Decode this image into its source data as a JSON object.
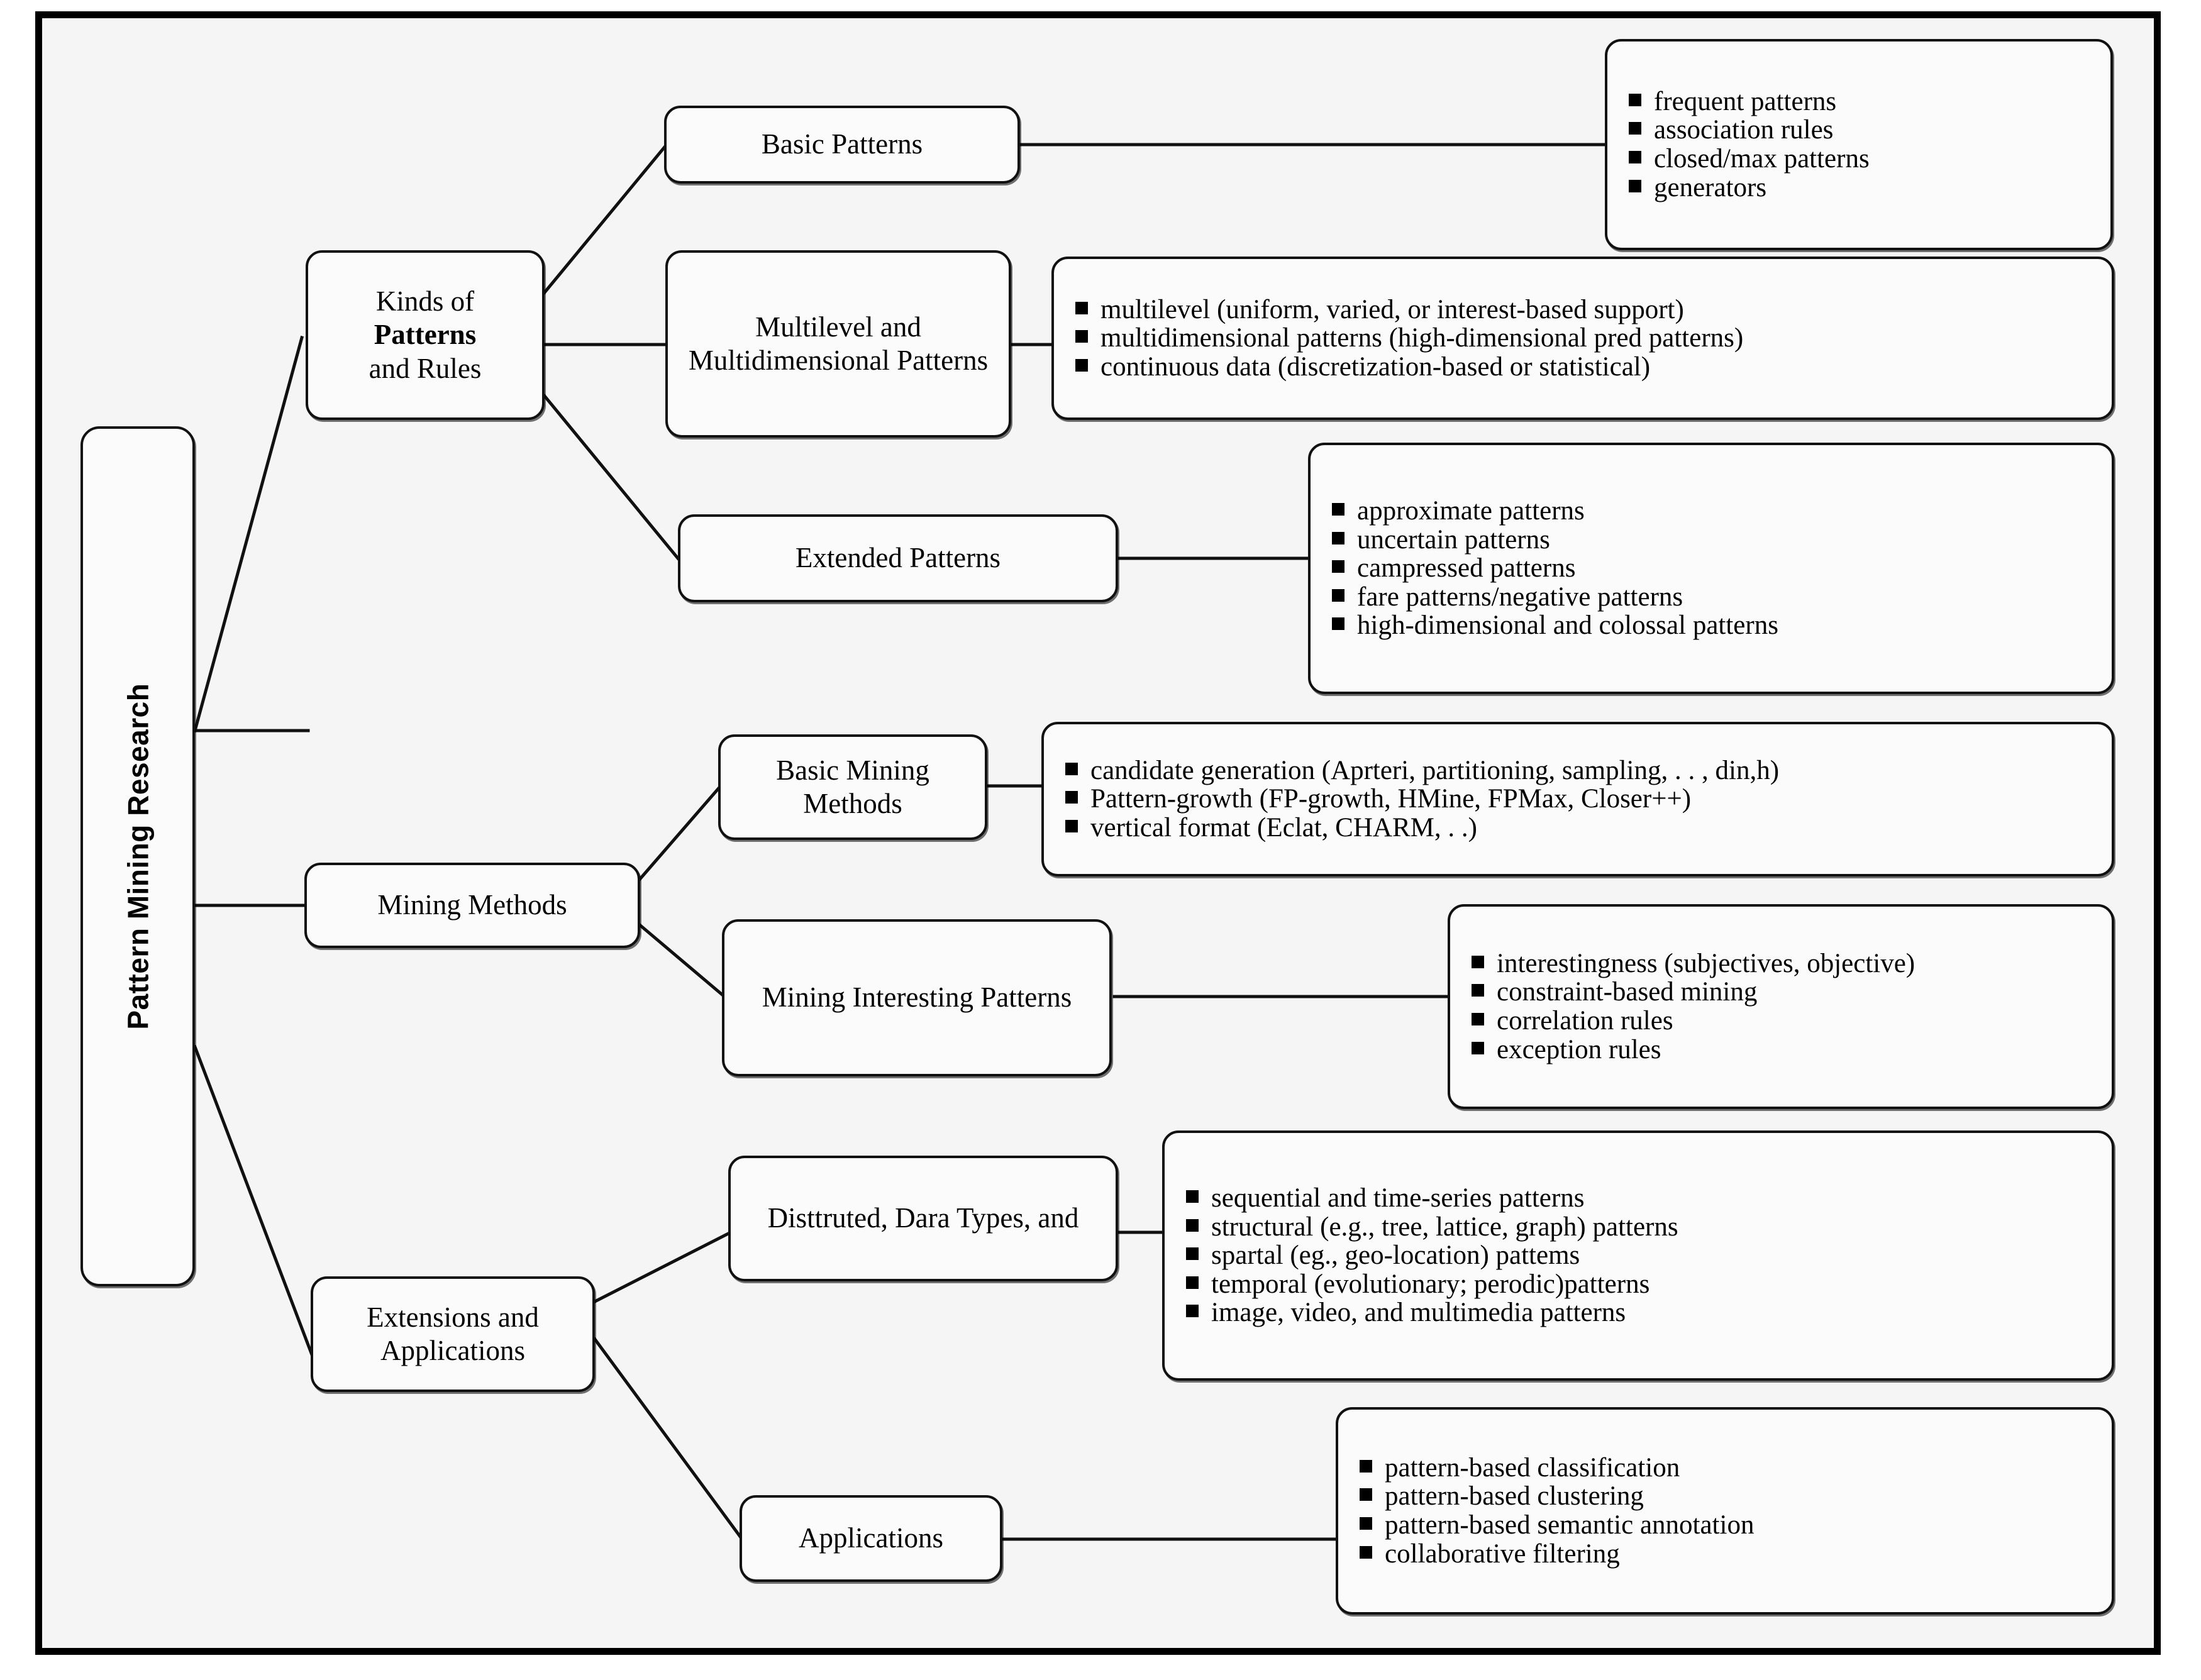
{
  "figure": {
    "root": {
      "label": "Pattern Mining Research"
    },
    "branches": [
      {
        "label_line1": "Kinds of",
        "label_line2": "Patterns",
        "label_line3": "and Rules",
        "children": [
          {
            "label": "Basic Patterns",
            "items": [
              "frequent patterns",
              "association rules",
              "closed/max patterns",
              "generators"
            ]
          },
          {
            "label": "Multilevel and Multidimensional Patterns",
            "items": [
              "multilevel (uniform, varied, or interest-based support)",
              "multidimensional patterns (high-dimensional pred patterns)",
              "continuous data (discretization-based or statistical)"
            ]
          },
          {
            "label": "Extended Patterns",
            "items": [
              "approximate patterns",
              "uncertain patterns",
              "campressed patterns",
              "fare patterns/negative patterns",
              "high-dimensional and colossal patterns"
            ]
          }
        ]
      },
      {
        "label": "Mining Methods",
        "children": [
          {
            "label": "Basic Mining Methods",
            "items": [
              "candidate generation (Aprteri, partitioning, sampling, . . , din,h)",
              "Pattern-growth (FP-growth, HMine, FPMax, Closer++)",
              "vertical format (Eclat, CHARM, . .)"
            ]
          },
          {
            "label": "Mining Interesting Patterns",
            "items": [
              "interestingness (subjectives, objective)",
              "constraint-based mining",
              "correlation rules",
              "exception rules"
            ]
          }
        ]
      },
      {
        "label": "Extensions and Applications",
        "children": [
          {
            "label": "Disttruted, Dara Types, and",
            "items": [
              "sequential and time-series patterns",
              "structural (e.g., tree, lattice, graph) patterns",
              "spartal (eg.,  geo-location) pattems",
              "temporal (evolutionary; perodic)patterns",
              "image, video, and multimedia patterns"
            ]
          },
          {
            "label": "Applications",
            "items": [
              "pattern-based classification",
              "pattern-based clustering",
              "pattern-based semantic annotation",
              "collaborative filtering"
            ]
          }
        ]
      }
    ],
    "colors": {
      "frame_border": "#000000",
      "node_border": "#111111",
      "node_fill": "#fbfbfb",
      "canvas_fill": "#f5f5f5",
      "bullet": "#000000"
    }
  }
}
